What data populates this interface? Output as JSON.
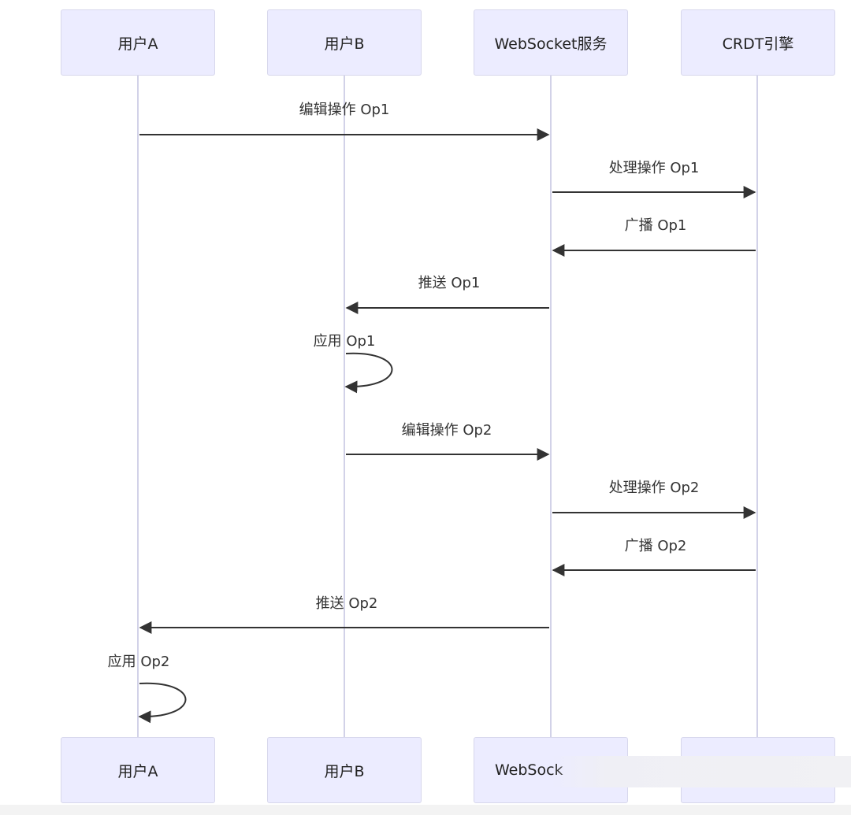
{
  "actors": {
    "user_a": "用户A",
    "user_b": "用户B",
    "ws": "WebSocket服务",
    "crdt": "CRDT引擎"
  },
  "bottom_actors": {
    "user_a": "用户A",
    "user_b": "用户B",
    "ws": "WebSock",
    "crdt": ""
  },
  "messages": [
    {
      "label": "编辑操作 Op1",
      "from": "user_a",
      "to": "ws"
    },
    {
      "label": "处理操作 Op1",
      "from": "ws",
      "to": "crdt"
    },
    {
      "label": "广播 Op1",
      "from": "crdt",
      "to": "ws"
    },
    {
      "label": "推送 Op1",
      "from": "ws",
      "to": "user_b"
    },
    {
      "label": "应用 Op1",
      "from": "user_b",
      "to": "user_b"
    },
    {
      "label": "编辑操作 Op2",
      "from": "user_b",
      "to": "ws"
    },
    {
      "label": "处理操作 Op2",
      "from": "ws",
      "to": "crdt"
    },
    {
      "label": "广播 Op2",
      "from": "crdt",
      "to": "ws"
    },
    {
      "label": "推送 Op2",
      "from": "ws",
      "to": "user_a"
    },
    {
      "label": "应用 Op2",
      "from": "user_a",
      "to": "user_a"
    }
  ],
  "colors": {
    "actor_fill": "#ececff",
    "actor_border": "#d7d7ec",
    "lifeline": "#d2d2e8",
    "arrow": "#333333"
  }
}
